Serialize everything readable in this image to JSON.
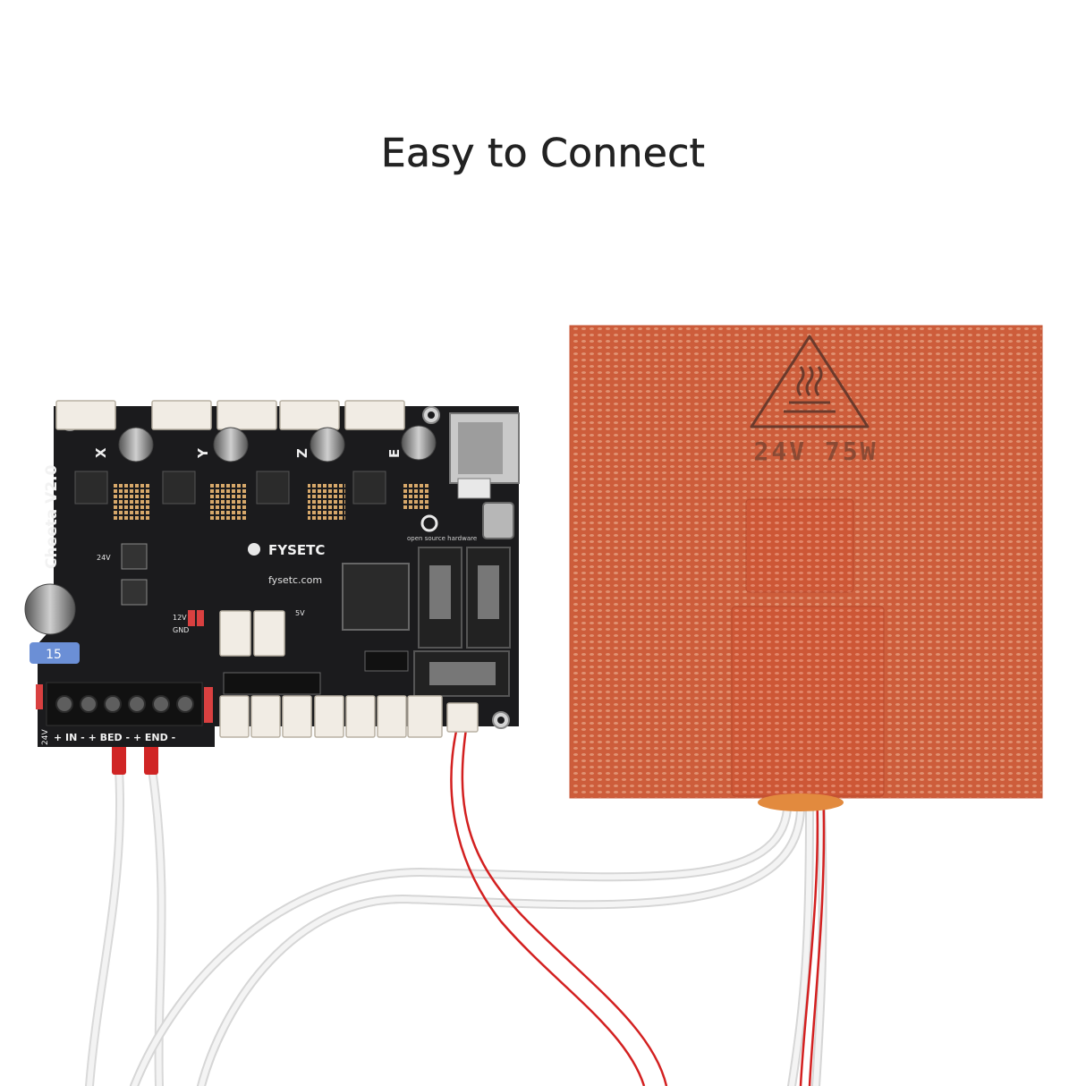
{
  "headline": "Easy to Connect",
  "board": {
    "brand": "FYSETC",
    "website": "fysetc.com",
    "model": "Cheeta",
    "version": "V2.0",
    "axis_labels": [
      "X",
      "Y",
      "Z",
      "E"
    ],
    "osh_label": "open source hardware",
    "fuse": "15",
    "rail_labels": [
      "24V",
      "12V",
      "5V",
      "GND"
    ],
    "power_terminal": "+ IN - + BED - + END -",
    "side_label": "24V"
  },
  "heater_pad": {
    "rating": "24V 75W",
    "warning_icon": "hot-surface-warning-icon"
  },
  "colors": {
    "background": "#ffffff",
    "headline": "#222222",
    "pcb": "#1b1b1d",
    "heater": "#d5603e",
    "wire_red": "#d32020",
    "wire_white": "#eeeeee"
  }
}
